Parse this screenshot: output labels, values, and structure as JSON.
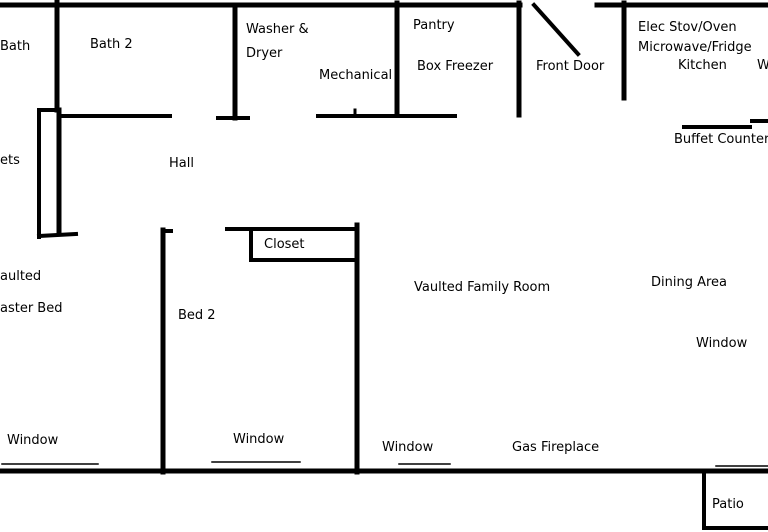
{
  "colors": {
    "wall": "#000000",
    "background": "#ffffff",
    "text": "#000000"
  },
  "rooms": {
    "bath": "Bath",
    "bath2": "Bath 2",
    "washer_dryer_line1": "Washer &",
    "washer_dryer_line2": "Dryer",
    "pantry": "Pantry",
    "mechanical": "Mechanical",
    "box_freezer": "Box Freezer",
    "front_door": "Front Door",
    "kitchen_line1": "Elec Stov/Oven",
    "kitchen_line2": "Microwave/Fridge",
    "kitchen_line3": "Kitchen",
    "kitchen_edge": "W",
    "buffet_counter": "Buffet Counter",
    "closets": "ets",
    "hall": "Hall",
    "closet": "Closet",
    "vaulted": "aulted",
    "master_bed": "aster Bed",
    "bed2": "Bed 2",
    "family_room": "Vaulted Family Room",
    "dining_area": "Dining Area",
    "window_dining": "Window",
    "window_master": "Window",
    "window_bed2": "Window",
    "window_family": "Window",
    "gas_fireplace": "Gas Fireplace",
    "patio": "Patio"
  }
}
